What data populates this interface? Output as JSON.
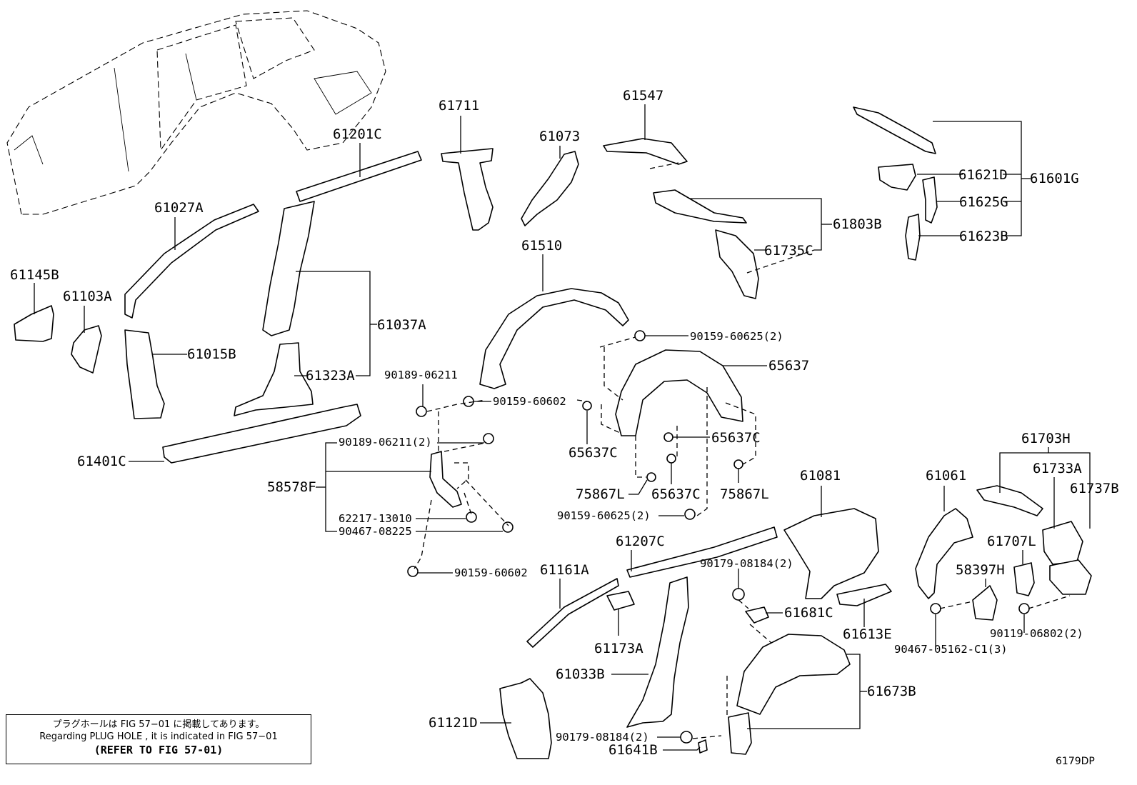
{
  "labels": {
    "p61201C": "61201C",
    "p61711": "61711",
    "p61073": "61073",
    "p61547": "61547",
    "p61621D": "61621D",
    "p61601G": "61601G",
    "p61625G": "61625G",
    "p61623B": "61623B",
    "p61803B": "61803B",
    "p61735C": "61735C",
    "p61027A": "61027A",
    "p61145B": "61145B",
    "p61103A": "61103A",
    "p61015B": "61015B",
    "p61037A": "61037A",
    "p61323A": "61323A",
    "p61510": "61510",
    "p90159_60625_2_top": "90159-60625(2)",
    "p65637": "65637",
    "p90189_06211": "90189-06211",
    "p90159_60602_a": "90159-60602",
    "p61401C": "61401C",
    "p90189_06211_2": "90189-06211(2)",
    "p58578F": "58578F",
    "p62217_13010": "62217-13010",
    "p90467_08225": "90467-08225",
    "p90159_60602_b": "90159-60602",
    "p65637C_a": "65637C",
    "p65637C_b": "65637C",
    "p65637C_c": "65637C",
    "p75867L_a": "75867L",
    "p75867L_b": "75867L",
    "p90159_60625_2_bot": "90159-60625(2)",
    "p61703H": "61703H",
    "p61733A": "61733A",
    "p61737B": "61737B",
    "p61081": "61081",
    "p61061": "61061",
    "p61207C": "61207C",
    "p90179_08184_2_a": "90179-08184(2)",
    "p61161A": "61161A",
    "p61707L": "61707L",
    "p58397H": "58397H",
    "p61681C": "61681C",
    "p61173A": "61173A",
    "p61613E": "61613E",
    "p90119_06802_2": "90119-06802(2)",
    "p90467_05162_C1_3": "90467-05162-C1(3)",
    "p61033B": "61033B",
    "p61673B": "61673B",
    "p61121D": "61121D",
    "p90179_08184_2_b": "90179-08184(2)",
    "p61641B": "61641B"
  },
  "note": {
    "jp": "プラグホールは FIG 57−01 に掲載してあります。",
    "en": "Regarding PLUG HOLE , it is indicated in FIG 57−01",
    "ref": "(REFER TO FIG 57-01)"
  },
  "figure_code": "6179DP"
}
